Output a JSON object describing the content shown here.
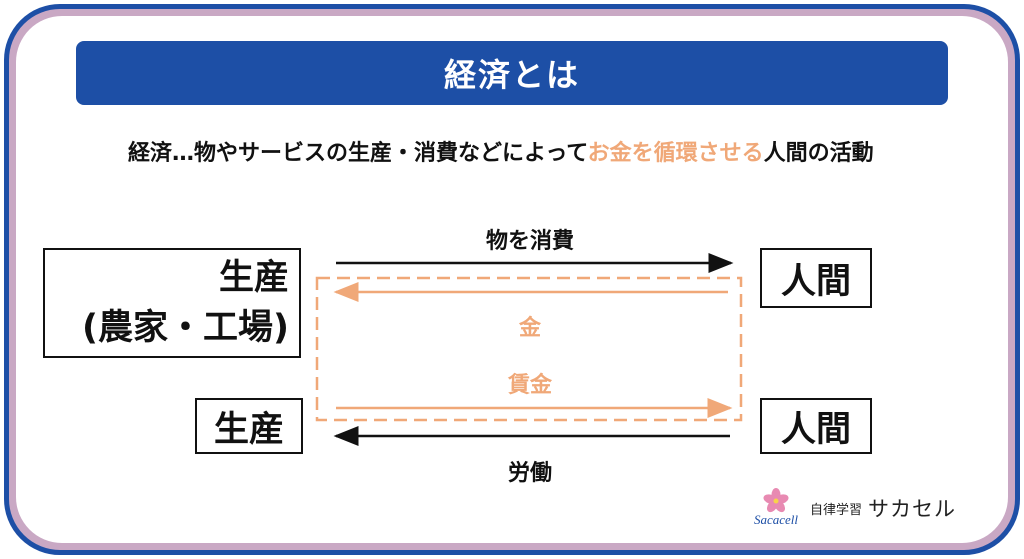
{
  "title": "経済とは",
  "definition": {
    "prefix": "経済…物やサービスの生産・消費などによって",
    "highlight": "お金を循環させる",
    "suffix": "人間の活動"
  },
  "boxes": {
    "producer_top_line1": "生産",
    "producer_top_line2": "(農家・工場)",
    "human_top": "人間",
    "producer_bottom": "生産",
    "human_bottom": "人間"
  },
  "flows": {
    "consume": "物を消費",
    "money": "金",
    "wage": "賃金",
    "labor": "労働"
  },
  "brand": {
    "logo_text": "Sacacell",
    "tagline": "自律学習",
    "name": "サカセル"
  },
  "colors": {
    "navy": "#1d4fa6",
    "accent": "#f0a878",
    "frame": "#c9a8c4"
  }
}
